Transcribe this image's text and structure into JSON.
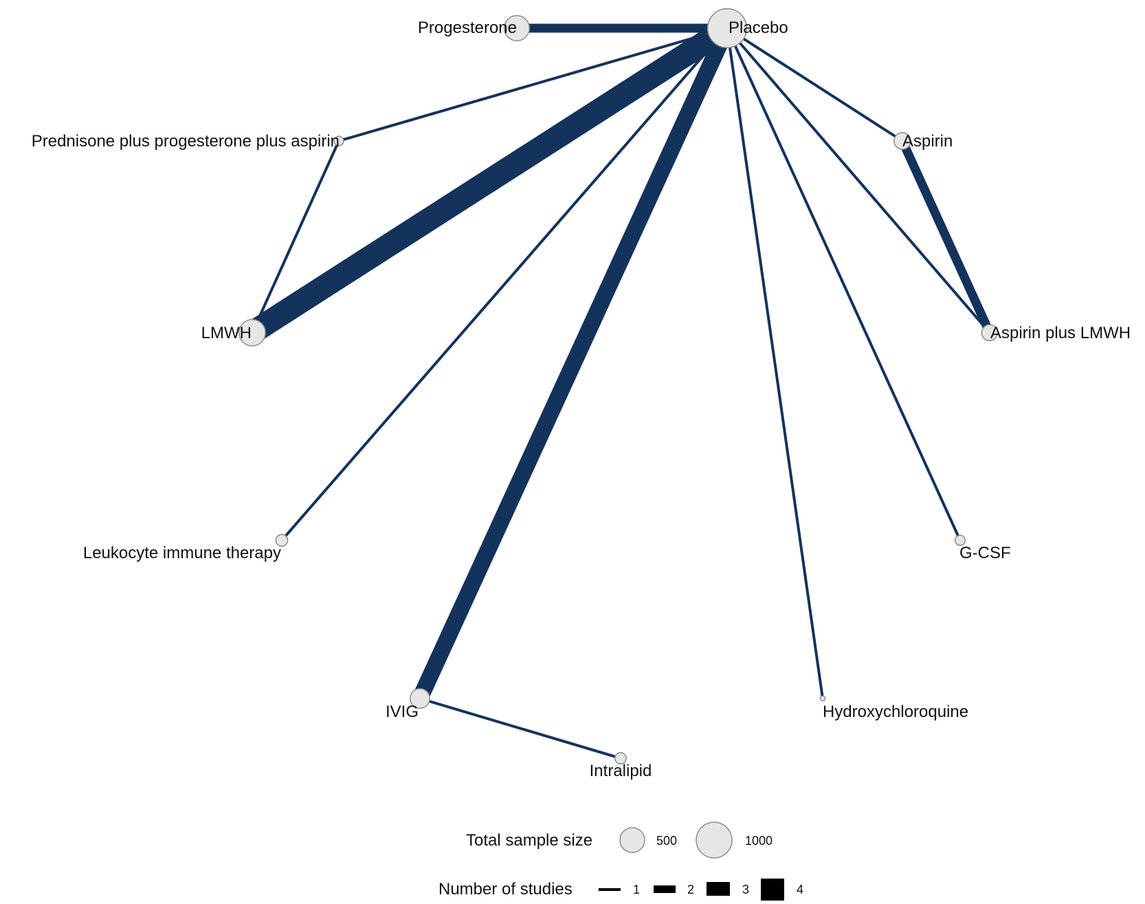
{
  "colors": {
    "edge": "#14335c",
    "node_fill": "#e6e6e6",
    "node_stroke": "#8c8c8c",
    "background": "#ffffff",
    "legend_bar": "#000000"
  },
  "network": {
    "nodes": [
      {
        "id": "placebo",
        "label": "Placebo",
        "sample_size": 1200
      },
      {
        "id": "progesterone",
        "label": "Progesterone",
        "sample_size": 500
      },
      {
        "id": "prednisone-progesterone-aspirin",
        "label": "Prednisone plus progesterone plus aspirin",
        "sample_size": 70
      },
      {
        "id": "lmwh",
        "label": "LMWH",
        "sample_size": 550
      },
      {
        "id": "leukocyte-immune-therapy",
        "label": "Leukocyte immune therapy",
        "sample_size": 110
      },
      {
        "id": "ivig",
        "label": "IVIG",
        "sample_size": 300
      },
      {
        "id": "intralipid",
        "label": "Intralipid",
        "sample_size": 100
      },
      {
        "id": "hydroxychloroquine",
        "label": "Hydroxychloroquine",
        "sample_size": 20
      },
      {
        "id": "g-csf",
        "label": "G-CSF",
        "sample_size": 80
      },
      {
        "id": "aspirin-plus-lmwh",
        "label": "Aspirin plus LMWH",
        "sample_size": 200
      },
      {
        "id": "aspirin",
        "label": "Aspirin",
        "sample_size": 220
      }
    ],
    "edges": [
      {
        "from": "placebo",
        "to": "progesterone",
        "studies": 2
      },
      {
        "from": "placebo",
        "to": "prednisone-progesterone-aspirin",
        "studies": 1
      },
      {
        "from": "placebo",
        "to": "lmwh",
        "studies": 4
      },
      {
        "from": "placebo",
        "to": "leukocyte-immune-therapy",
        "studies": 1
      },
      {
        "from": "placebo",
        "to": "ivig",
        "studies": 3
      },
      {
        "from": "placebo",
        "to": "hydroxychloroquine",
        "studies": 1
      },
      {
        "from": "placebo",
        "to": "g-csf",
        "studies": 1
      },
      {
        "from": "placebo",
        "to": "aspirin-plus-lmwh",
        "studies": 1
      },
      {
        "from": "placebo",
        "to": "aspirin",
        "studies": 1
      },
      {
        "from": "prednisone-progesterone-aspirin",
        "to": "lmwh",
        "studies": 1
      },
      {
        "from": "aspirin",
        "to": "aspirin-plus-lmwh",
        "studies": 2
      },
      {
        "from": "ivig",
        "to": "intralipid",
        "studies": 1
      }
    ]
  },
  "legend": {
    "sample_size_title": "Total sample size",
    "sample_size_items": [
      {
        "value": 500,
        "label": "500"
      },
      {
        "value": 1000,
        "label": "1000"
      }
    ],
    "studies_title": "Number of studies",
    "studies_items": [
      {
        "value": 1,
        "label": "1"
      },
      {
        "value": 2,
        "label": "2"
      },
      {
        "value": 3,
        "label": "3"
      },
      {
        "value": 4,
        "label": "4"
      }
    ]
  }
}
